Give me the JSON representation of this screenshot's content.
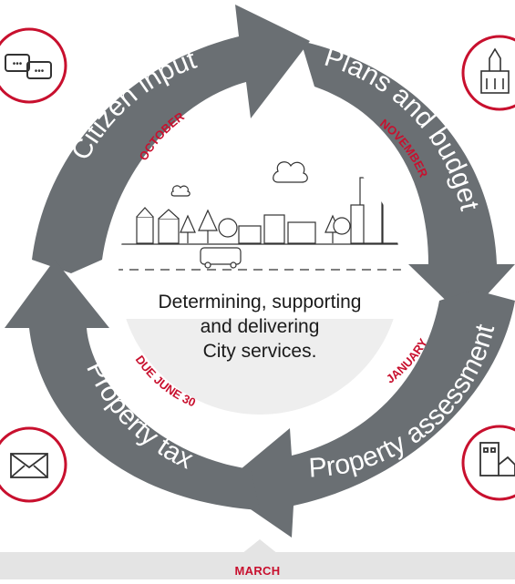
{
  "cycle": {
    "stages": [
      {
        "label": "Citizen input",
        "month": "OCTOBER"
      },
      {
        "label": "Plans and budget",
        "month": "NOVEMBER"
      },
      {
        "label": "Property assessment",
        "month": "JANUARY"
      },
      {
        "label": "Property tax",
        "month": "DUE JUNE 30"
      }
    ],
    "center_text": [
      "Determining, supporting",
      "and delivering",
      "City services."
    ]
  },
  "footer": {
    "month": "MARCH"
  },
  "colors": {
    "arrow": "#6a6f73",
    "accent": "#c8102e",
    "text": "#1a1a1a",
    "band": "#e4e4e4"
  },
  "icons": [
    "chat-bubbles-icon",
    "city-hall-icon",
    "building-icon",
    "envelope-icon"
  ]
}
